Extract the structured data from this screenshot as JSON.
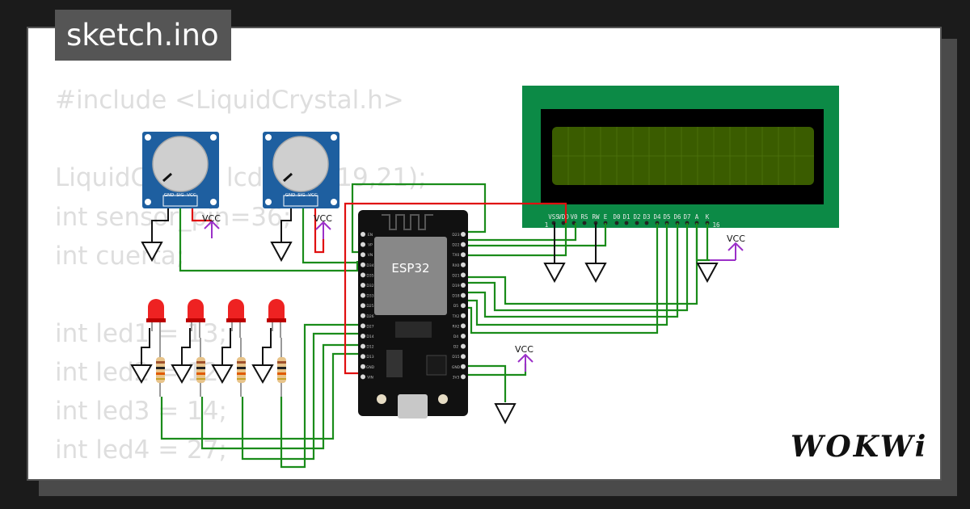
{
  "file_tab": {
    "label": "sketch.ino"
  },
  "code": {
    "lines": [
      "#include <LiquidCrystal.h>",
      "",
      "LiquidCrystal lcd(5,18,19,21);",
      "int sensor_pin=36;",
      "int cuerta;",
      "",
      "int led1 = 13;",
      "int led2 = 12;",
      "int led3 = 14;",
      "int led4 = 27;"
    ]
  },
  "potentiometers": [
    {
      "pins": [
        "GND",
        "SIG",
        "VCC"
      ]
    },
    {
      "pins": [
        "GND",
        "SIG",
        "VCC"
      ]
    }
  ],
  "vcc_label": "VCC",
  "esp32": {
    "chip_label": "ESP32",
    "left_pins": [
      "EN",
      "VP",
      "VN",
      "D34",
      "D35",
      "D32",
      "D33",
      "D25",
      "D26",
      "D27",
      "D14",
      "D12",
      "D13",
      "GND",
      "VIN"
    ],
    "right_pins": [
      "D23",
      "D22",
      "TX0",
      "RX0",
      "D21",
      "D19",
      "D18",
      "D5",
      "TX2",
      "RX2",
      "D4",
      "D2",
      "D15",
      "GND",
      "3V3"
    ]
  },
  "lcd": {
    "pins": [
      "VSS",
      "VDD",
      "V0",
      "RS",
      "RW",
      "E",
      "D0",
      "D1",
      "D2",
      "D3",
      "D4",
      "D5",
      "D6",
      "D7",
      "A",
      "K"
    ],
    "pin_first": "1",
    "pin_last": "16"
  },
  "brand": {
    "logo_text": "WOKWi"
  },
  "colors": {
    "wire_green": "#1a8c1a",
    "wire_red": "#e01010",
    "vcc_purple": "#9b30c8",
    "board": "#111111",
    "lcd_pcb": "#0c8a46",
    "lcd_screen": "#3a5c00"
  }
}
